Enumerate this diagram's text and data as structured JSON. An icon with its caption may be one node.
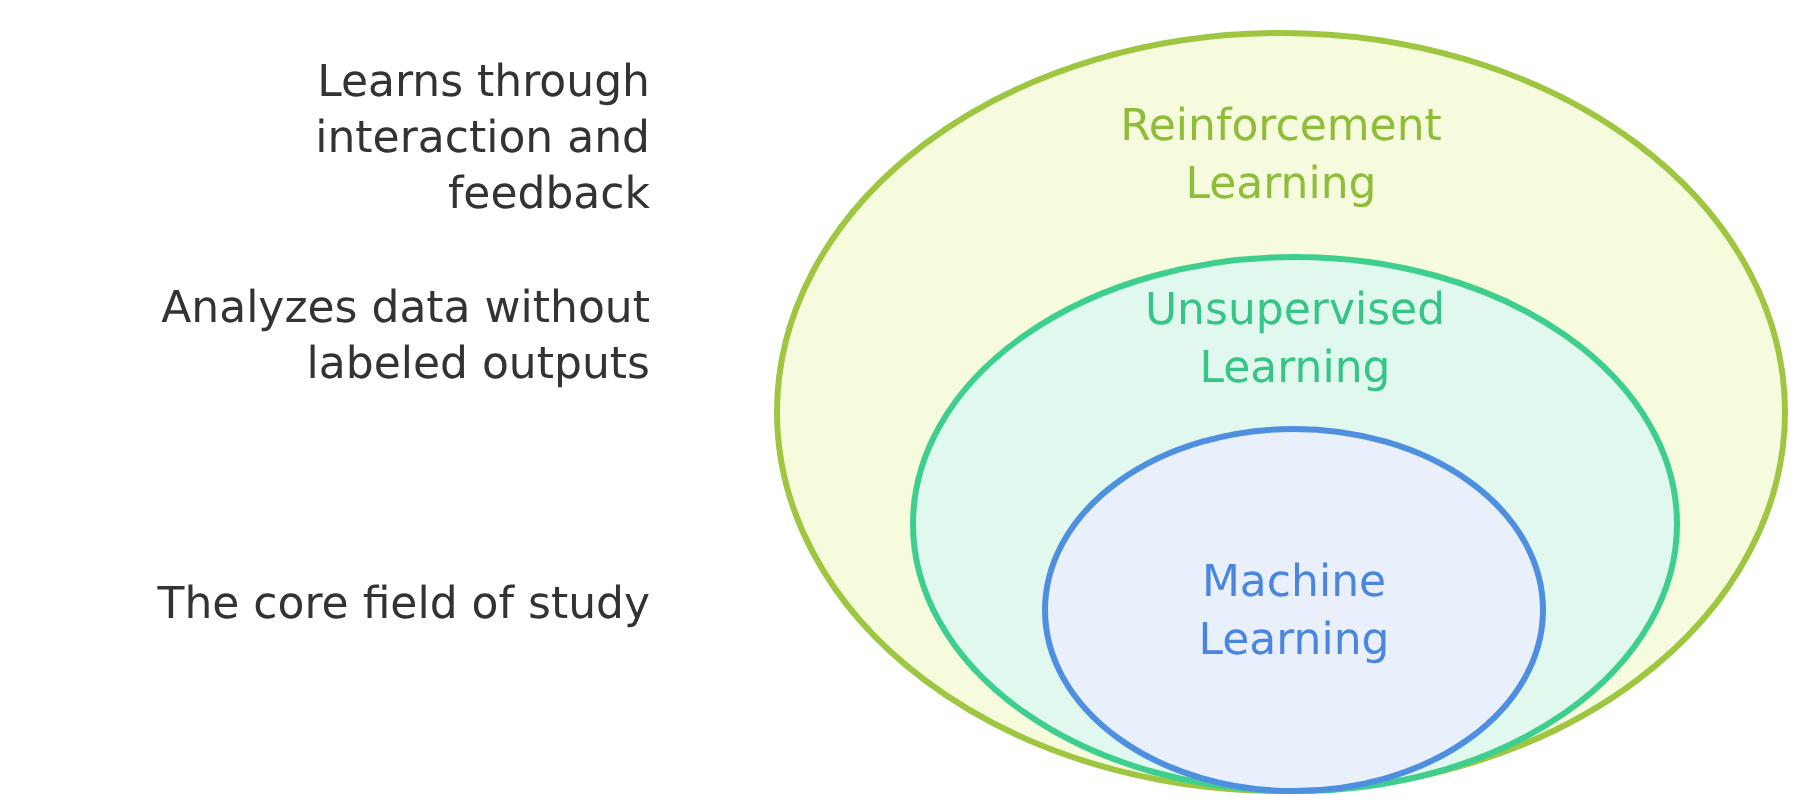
{
  "diagram": {
    "nodes": [
      {
        "text": [
          "Reinforcement Learning"
        ]
      },
      {
        "text": [
          "Unsupervised Learning"
        ],
        "in": 0
      },
      {
        "text": [
          "Machine Learning"
        ],
        "in": 1
      }
    ],
    "labels": [
      "Learns through interaction and feedback",
      "Analyzes data without labeled outputs",
      "The core field of study"
    ]
  }
}
